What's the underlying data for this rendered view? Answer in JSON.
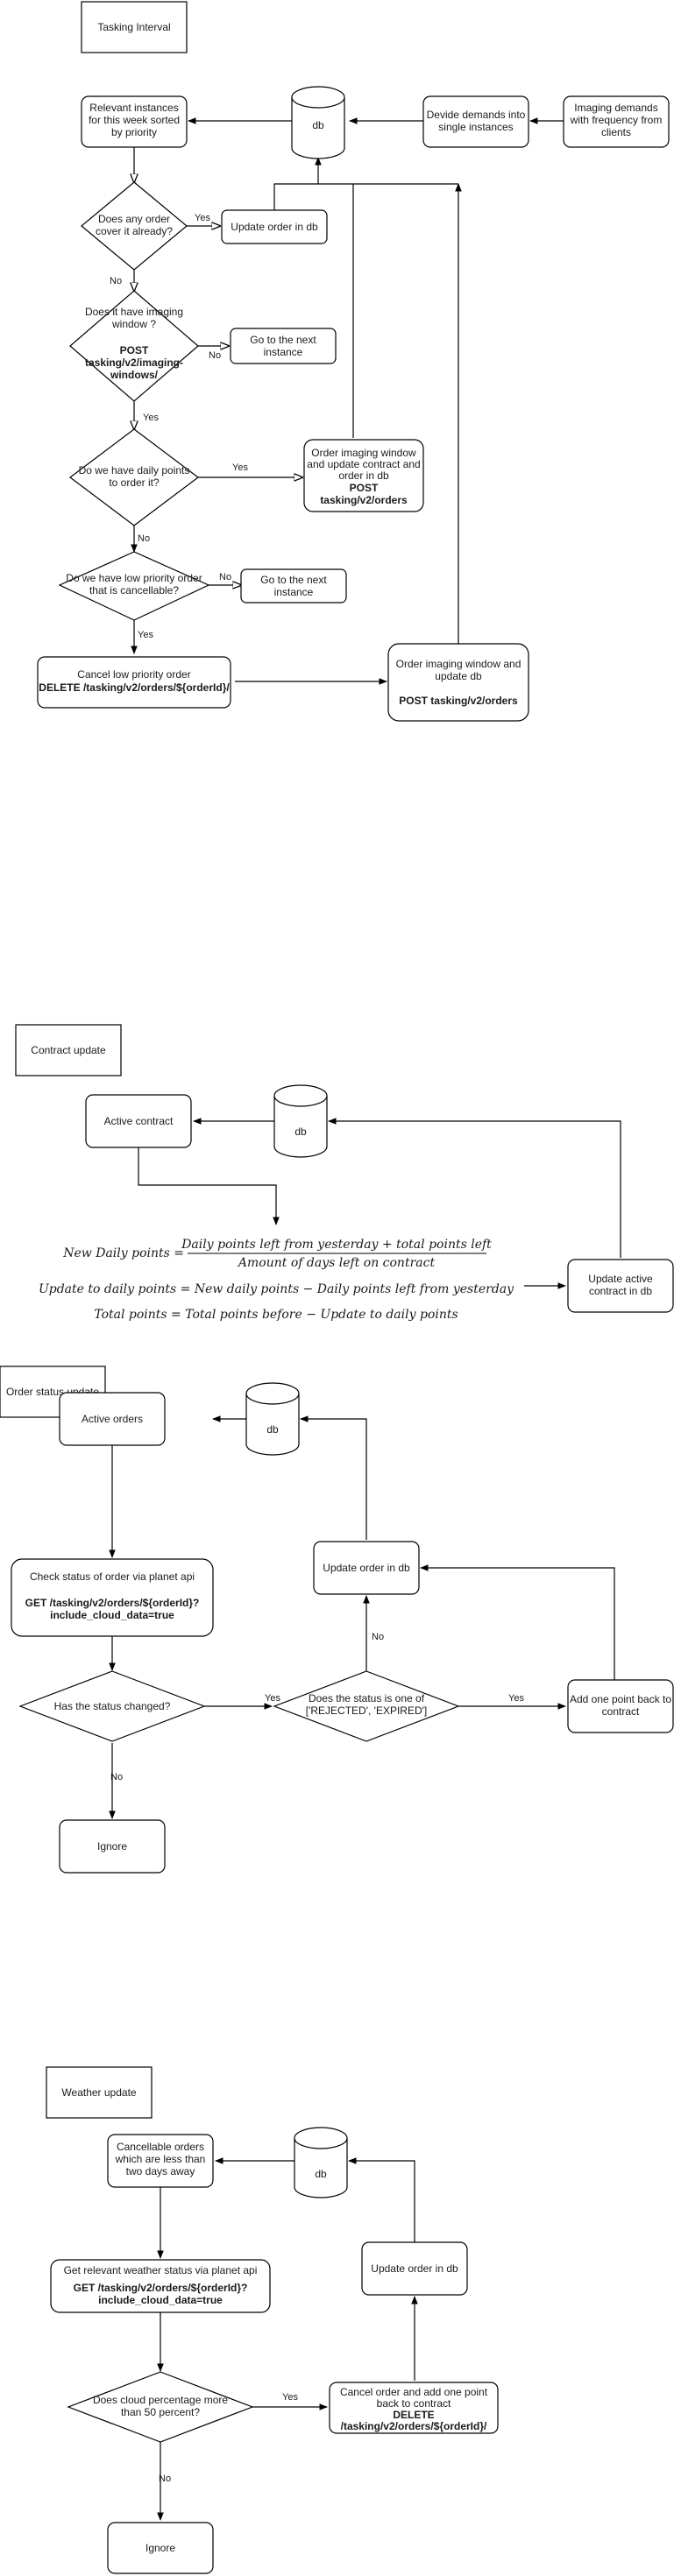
{
  "sections": {
    "tasking": {
      "title": "Tasking Interval",
      "relevant_instances": [
        "Relevant instances",
        "for this week sorted",
        "by priority"
      ],
      "db": "db",
      "devide_demands": [
        "Devide demands into",
        "single instances"
      ],
      "imaging_demands": [
        "Imaging demands",
        "with frequency from",
        "clients"
      ],
      "q_cover": [
        "Does any order",
        "cover it already?"
      ],
      "update_order": "Update order in db",
      "q_window": [
        "Does it have imaging",
        "window ?"
      ],
      "q_window_api": [
        "POST",
        "tasking/v2/imaging-",
        "windows/"
      ],
      "next_instance_1": [
        "Go to the next",
        "instance"
      ],
      "q_daily": [
        "Do we have daily points",
        "to order it?"
      ],
      "order_window_1": [
        "Order imaging window",
        "and update contract and",
        "order in db"
      ],
      "order_window_1_api": [
        "POST",
        "tasking/v2/orders"
      ],
      "q_low": [
        "Do we have low priority order",
        "that is cancellable?"
      ],
      "next_instance_2": [
        "Go to the next",
        "instance"
      ],
      "cancel_low": "Cancel low priority order",
      "cancel_low_api": "DELETE /tasking/v2/orders/${orderId}/",
      "order_window_2": [
        "Order imaging window and",
        "update db"
      ],
      "order_window_2_api": "POST tasking/v2/orders",
      "labels": {
        "yes": "Yes",
        "no": "No"
      }
    },
    "contract": {
      "title": "Contract update",
      "active_contract": "Active contract",
      "db": "db",
      "update_contract": [
        "Update active",
        "contract in db"
      ],
      "formula_1_lhs": "New Daily points =",
      "formula_1_num": "Daily points left from yesterday + total points left",
      "formula_1_den": "Amount of days left on contract",
      "formula_2": "Update to daily points = New daily points − Daily points left from yesterday",
      "formula_3": "Total points = Total points before − Update to daily points"
    },
    "status": {
      "title": "Order status update",
      "active_orders": "Active orders",
      "db": "db",
      "check_status": "Check status of order via planet api",
      "check_status_api": [
        "GET /tasking/v2/orders/${orderId}?",
        "include_cloud_data=true"
      ],
      "q_changed": "Has the status changed?",
      "q_rejected": [
        "Does the status is one of",
        "['REJECTED', 'EXPIRED']"
      ],
      "update_order": "Update order in db",
      "add_point": [
        "Add one point back to",
        "contract"
      ],
      "ignore": "Ignore",
      "labels": {
        "yes": "Yes",
        "no": "No"
      }
    },
    "weather": {
      "title": "Weather update",
      "cancellable": [
        "Cancellable orders",
        "which are less than",
        "two days away"
      ],
      "db": "db",
      "get_weather": "Get relevant weather status via planet api",
      "get_weather_api": [
        "GET /tasking/v2/orders/${orderId}?",
        "include_cloud_data=true"
      ],
      "q_cloud": [
        "Does cloud percentage more",
        "than 50 percent?"
      ],
      "cancel_order": [
        "Cancel order and add one point",
        "back to contract"
      ],
      "cancel_order_api": [
        "DELETE",
        "/tasking/v2/orders/${orderId}/"
      ],
      "update_order": "Update order in db",
      "ignore": "Ignore",
      "labels": {
        "yes": "Yes",
        "no": "No"
      }
    }
  }
}
